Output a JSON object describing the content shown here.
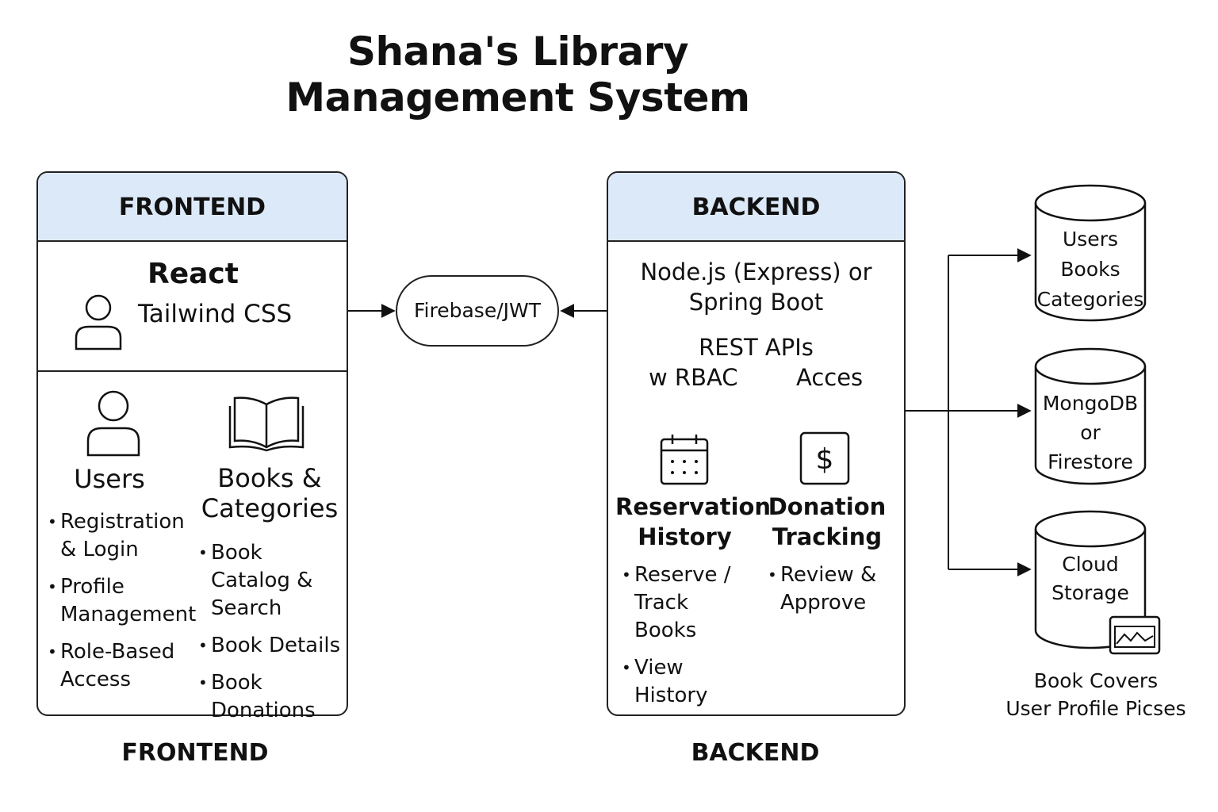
{
  "title": {
    "line1": "Shana's Library",
    "line2": "Management System"
  },
  "frontend": {
    "header": "FRONTEND",
    "tech_primary": "React",
    "tech_secondary": "Tailwind CSS",
    "users": {
      "heading": "Users",
      "items": [
        "Registration & Login",
        "Profile Management",
        "Role-Based Access"
      ]
    },
    "books": {
      "heading": "Books & Categories",
      "items": [
        "Book Catalog & Search",
        "Book Details",
        "Book Donations"
      ]
    },
    "footer": "FRONTEND"
  },
  "auth": {
    "label": "Firebase/JWT"
  },
  "backend": {
    "header": "BACKEND",
    "tech_line1": "Node.js (Express) or",
    "tech_line2": "Spring Boot",
    "api_line1": "REST APIs",
    "api_line2_left": "w RBAC",
    "api_line2_right": "Acces",
    "reservation": {
      "heading": "Reservation History",
      "items": [
        "Reserve / Track Books",
        "View History"
      ]
    },
    "donation": {
      "heading": "Donation Tracking",
      "items": [
        "Review & Approve"
      ]
    },
    "footer": "BACKEND"
  },
  "storage": {
    "collections": {
      "line1": "Users",
      "line2": "Books",
      "line3": "Categories"
    },
    "database": {
      "line1": "MongoDB",
      "line2": "or",
      "line3": "Firestore"
    },
    "cloud": {
      "line1": "Cloud",
      "line2": "Storage"
    },
    "cloud_caption": {
      "line1": "Book Covers",
      "line2": "User Profile Picses"
    }
  },
  "icons": {
    "frontend_user": "user-icon",
    "users": "user-icon",
    "books": "open-book-icon",
    "reservation": "calendar-icon",
    "donation": "dollar-icon",
    "cloud_image": "image-icon"
  }
}
